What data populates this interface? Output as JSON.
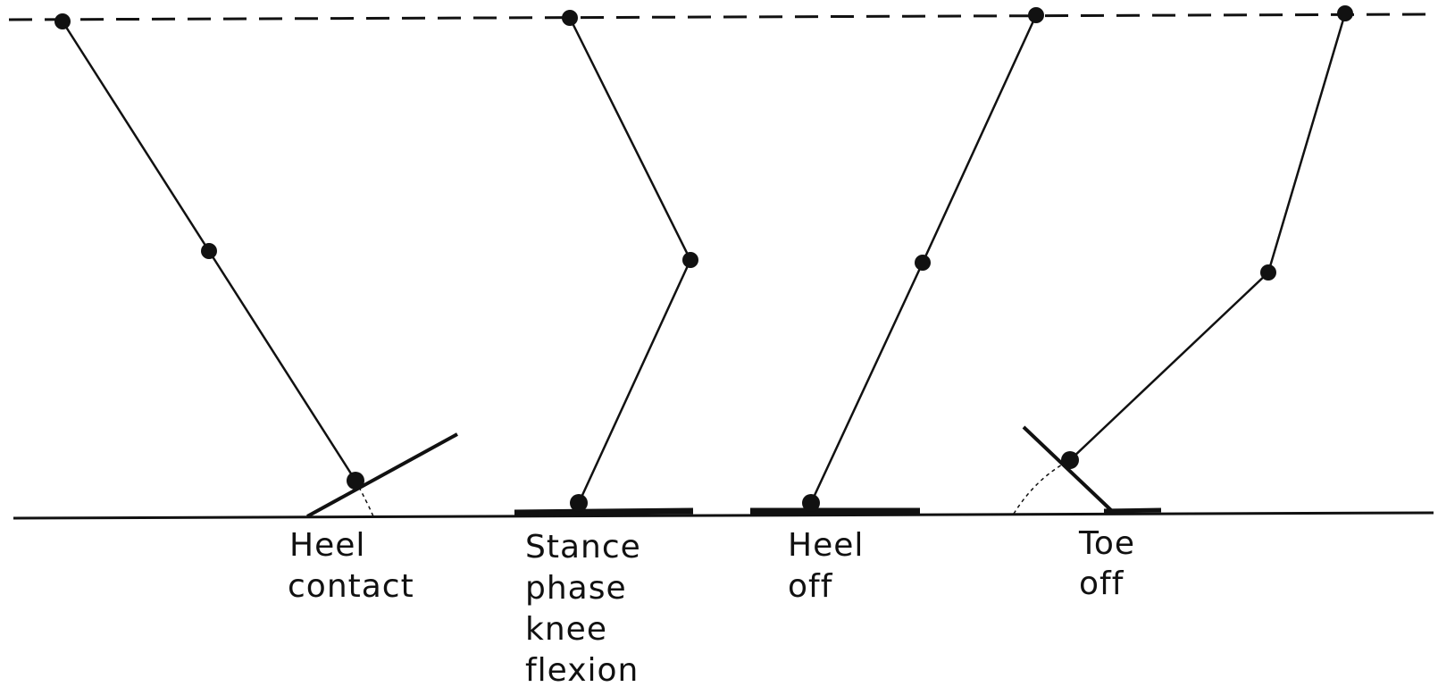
{
  "colors": {
    "ink": "#111111",
    "background": "#ffffff"
  },
  "labels": {
    "heel_contact": [
      "Heel",
      "contact"
    ],
    "stance_phase_knee_flexion": [
      "Stance",
      "phase",
      "knee",
      "flexion"
    ],
    "heel_off": [
      "Heel",
      "off"
    ],
    "toe_off": [
      "Toe",
      "off"
    ]
  }
}
